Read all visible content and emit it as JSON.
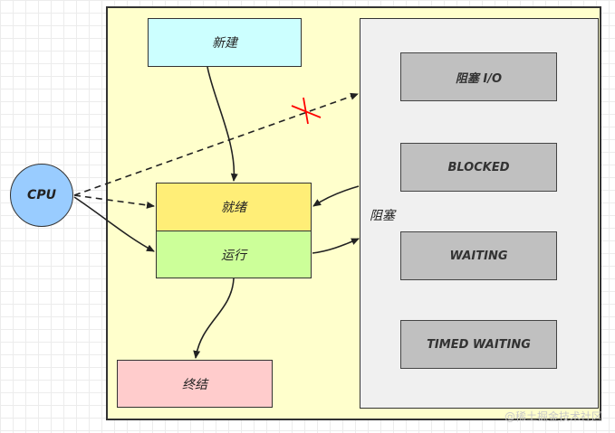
{
  "states": {
    "new": "新建",
    "ready": "就绪",
    "running": "运行",
    "terminated": "终结",
    "blocked_group": "阻塞"
  },
  "blocked_states": [
    "阻塞 I/O",
    "BLOCKED",
    "WAITING",
    "TIMED WAITING"
  ],
  "cpu": "CPU",
  "watermark": "@稀土掘金技术社区",
  "colors": {
    "frame": "#ffffcc",
    "new": "#ccffff",
    "ready": "#ffee77",
    "running": "#ccff99",
    "terminated": "#ffcccc",
    "blocked_panel": "#f0f0f0",
    "blocked_state": "#c0c0c0",
    "cpu": "#99ccff",
    "forbidden_mark": "#ff0000"
  }
}
